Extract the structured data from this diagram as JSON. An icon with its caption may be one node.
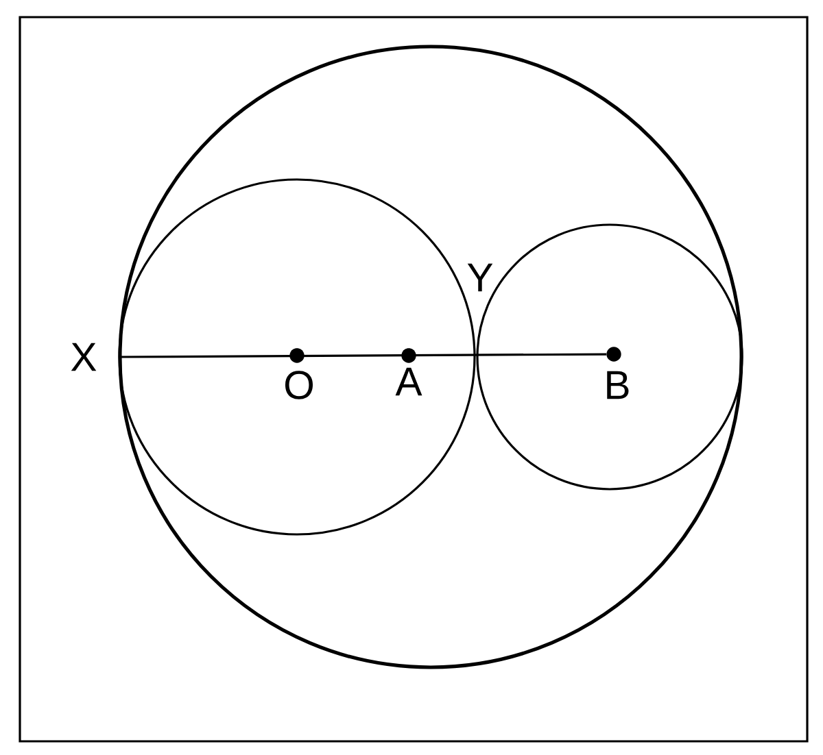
{
  "diagram": {
    "nodes": [
      {
        "text": [],
        "shape": "dot",
        "beside": [
          "O"
        ]
      },
      {
        "text": [],
        "shape": "dot",
        "beside": [
          "A"
        ]
      },
      {
        "text": [],
        "shape": "dot",
        "beside": [
          "B"
        ]
      }
    ],
    "edges": [
      {
        "from": null,
        "to": 2,
        "arrow": "none"
      }
    ],
    "labels": [
      "Y",
      "X"
    ]
  }
}
